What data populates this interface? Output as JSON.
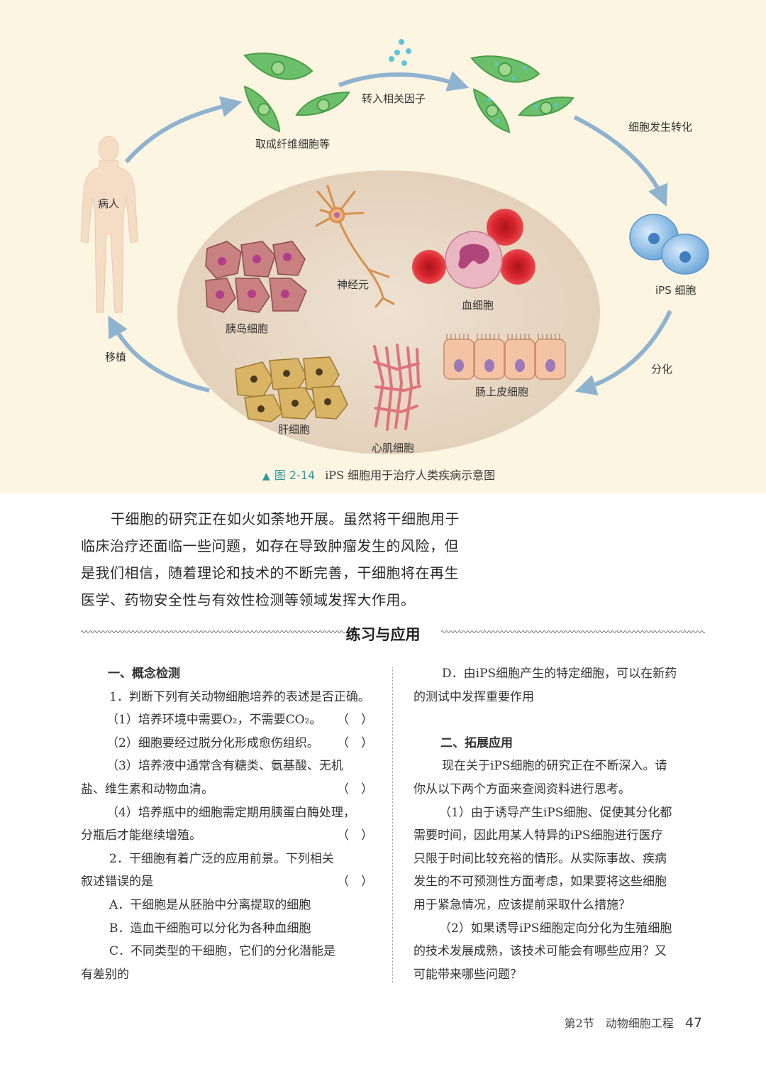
{
  "figure": {
    "labels": {
      "patient": "病人",
      "take_cells": "取成纤维细胞等",
      "transfer_factors": "转入相关因子",
      "transform": "细胞发生转化",
      "ips": "iPS 细胞",
      "differentiate": "分化",
      "transplant": "移植",
      "islet": "胰岛细胞",
      "neuron": "神经元",
      "blood": "血细胞",
      "liver": "肝细胞",
      "cardiac": "心肌细胞",
      "intestinal": "肠上皮细胞"
    },
    "caption_marker": "▲",
    "caption_number": "图 2-14",
    "caption_text": "iPS 细胞用于治疗人类疾病示意图"
  },
  "paragraph": [
    "干细胞的研究正在如火如荼地开展。虽然将干细胞用于",
    "临床治疗还面临一些问题，如存在导致肿瘤发生的风险，但",
    "是我们相信，随着理论和技术的不断完善，干细胞将在再生",
    "医学、药物安全性与有效性检测等领域发挥大作用。"
  ],
  "section_title": "练习与应用",
  "left_col": {
    "heading": "一、概念检测",
    "lines": [
      {
        "t": "1．判断下列有关动物细胞培养的表述是否正确。",
        "ind": 1,
        "p": ""
      },
      {
        "t": "（1）培养环境中需要O₂，不需要CO₂。",
        "ind": 2,
        "p": "（　）"
      },
      {
        "t": "（2）细胞要经过脱分化形成愈伤组织。",
        "ind": 2,
        "p": "（　）"
      },
      {
        "t": "（3）培养液中通常含有糖类、氨基酸、无机",
        "ind": 2,
        "p": ""
      },
      {
        "t": "盐、维生素和动物血清。",
        "ind": 0,
        "p": "（　）"
      },
      {
        "t": "（4）培养瓶中的细胞需定期用胰蛋白酶处理，",
        "ind": 2,
        "p": ""
      },
      {
        "t": "分瓶后才能继续增殖。",
        "ind": 0,
        "p": "（　）"
      },
      {
        "t": "2．干细胞有着广泛的应用前景。下列相关",
        "ind": 1,
        "p": ""
      },
      {
        "t": "叙述错误的是",
        "ind": 0,
        "p": "（　）"
      },
      {
        "t": "A．干细胞是从胚胎中分离提取的细胞",
        "ind": 1,
        "p": ""
      },
      {
        "t": "B．造血干细胞可以分化为各种血细胞",
        "ind": 1,
        "p": ""
      },
      {
        "t": "C．不同类型的干细胞，它们的分化潜能是",
        "ind": 1,
        "p": ""
      },
      {
        "t": "有差别的",
        "ind": 0,
        "p": ""
      }
    ]
  },
  "right_col": {
    "d_lines": [
      {
        "t": "D．由iPS细胞产生的特定细胞，可以在新药",
        "ind": 1
      },
      {
        "t": "的测试中发挥重要作用",
        "ind": 0
      }
    ],
    "heading": "二、拓展应用",
    "lines": [
      {
        "t": "现在关于iPS细胞的研究正在不断深入。请",
        "ind": 1
      },
      {
        "t": "你从以下两个方面来查阅资料进行思考。",
        "ind": 0
      },
      {
        "t": "（1）由于诱导产生iPS细胞、促使其分化都",
        "ind": 2
      },
      {
        "t": "需要时间，因此用某人特异的iPS细胞进行医疗",
        "ind": 0
      },
      {
        "t": "只限于时间比较充裕的情形。从实际事故、疾病",
        "ind": 0
      },
      {
        "t": "发生的不可预测性方面考虑，如果要将这些细胞",
        "ind": 0
      },
      {
        "t": "用于紧急情况，应该提前采取什么措施？",
        "ind": 0
      },
      {
        "t": "（2）如果诱导iPS细胞定向分化为生殖细胞",
        "ind": 2
      },
      {
        "t": "的技术发展成熟，该技术可能会有哪些应用？又",
        "ind": 0
      },
      {
        "t": "可能带来哪些问题？",
        "ind": 0
      }
    ]
  },
  "footer": {
    "section": "第2节　动物细胞工程",
    "page": "47"
  },
  "colors": {
    "figure_bg": "#fbf5e1",
    "arrow": "#8fb3cf",
    "accent": "#2f9aa0",
    "oval": "#e7d7c3"
  }
}
